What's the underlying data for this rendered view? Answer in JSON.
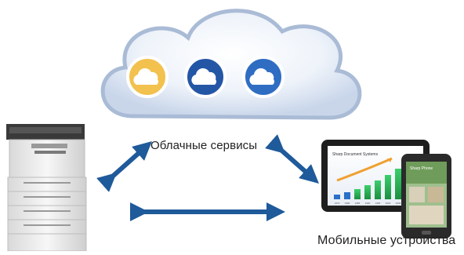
{
  "cloud": {
    "label": "Облачные сервисы",
    "services": [
      {
        "icon": "cloud-icon",
        "color": "#f2c14e"
      },
      {
        "icon": "cloud-icon",
        "color": "#2456a6"
      },
      {
        "icon": "cloud-icon",
        "color": "#2f6dc3"
      }
    ]
  },
  "devices": {
    "printer_icon": "multifunction-printer-icon",
    "tablet": {
      "screen_title": "Sharp Document Systems",
      "x_ticks": [
        "1975",
        "1980",
        "1985",
        "1990",
        "1995",
        "2000",
        "2005",
        "2010"
      ]
    },
    "phone": {
      "screen_title": "Sharp Phone"
    }
  },
  "mobile": {
    "label": "Мобильные устройства"
  },
  "arrows": {
    "color": "#1f5a9a"
  }
}
